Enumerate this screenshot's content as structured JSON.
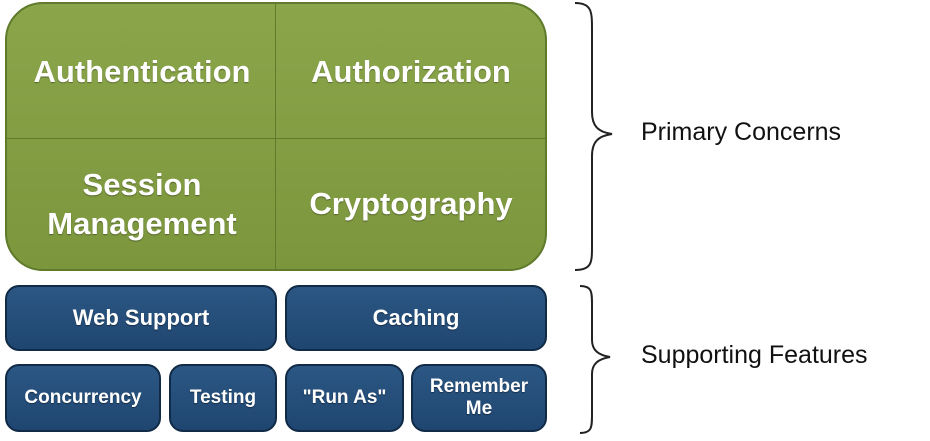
{
  "primary": {
    "cells": [
      "Authentication",
      "Authorization",
      "Session\nManagement",
      "Cryptography"
    ],
    "color": "#7c963d"
  },
  "supporting": {
    "row1": [
      "Web Support",
      "Caching"
    ],
    "row2": [
      "Concurrency",
      "Testing",
      "\"Run As\"",
      "Remember\nMe"
    ],
    "color": "#1f4670"
  },
  "labels": {
    "primary": "Primary Concerns",
    "supporting": "Supporting Features"
  }
}
